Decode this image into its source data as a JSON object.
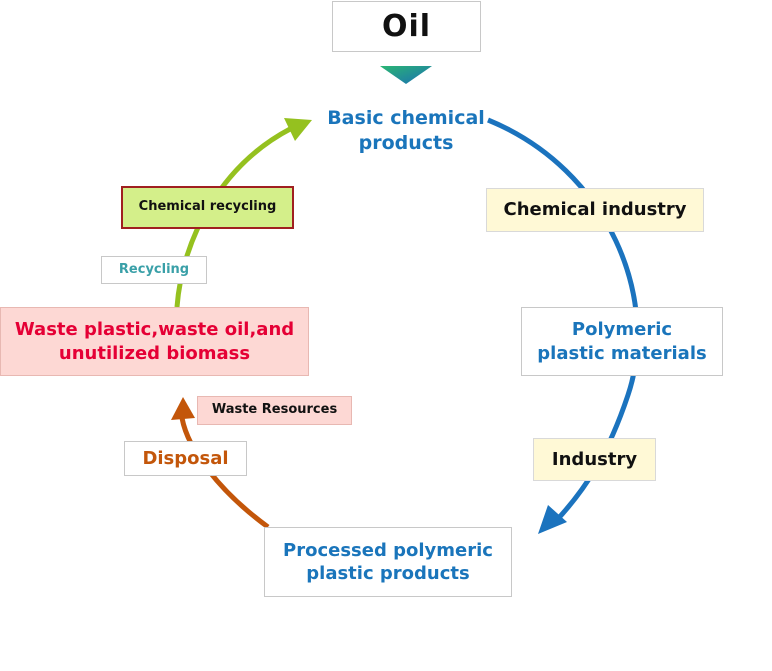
{
  "diagram": {
    "oil": "Oil",
    "basic_chemical": [
      "Basic chemical",
      "products"
    ],
    "chemical_industry": "Chemical industry",
    "polymeric": [
      "Polymeric",
      "plastic materials"
    ],
    "industry": "Industry",
    "processed": [
      "Processed polymeric",
      "plastic products"
    ],
    "disposal": "Disposal",
    "waste_resources": "Waste Resources",
    "waste": [
      "Waste plastic,waste oil,and",
      "unutilized biomass"
    ],
    "recycling": "Recycling",
    "chemical_recycling": "Chemical recycling"
  },
  "colors": {
    "blue_text": "#1a75bb",
    "blue_arrow": "#1b73be",
    "green_arrow": "#95c11f",
    "orange": "#c3560a",
    "red_text": "#e50035",
    "teal_text": "#3aa0a8",
    "yellow_fill": "#fff9d6",
    "pink_fill": "#fdd8d4",
    "green_fill": "#d4ef8a",
    "dark_red_border": "#a02020"
  }
}
